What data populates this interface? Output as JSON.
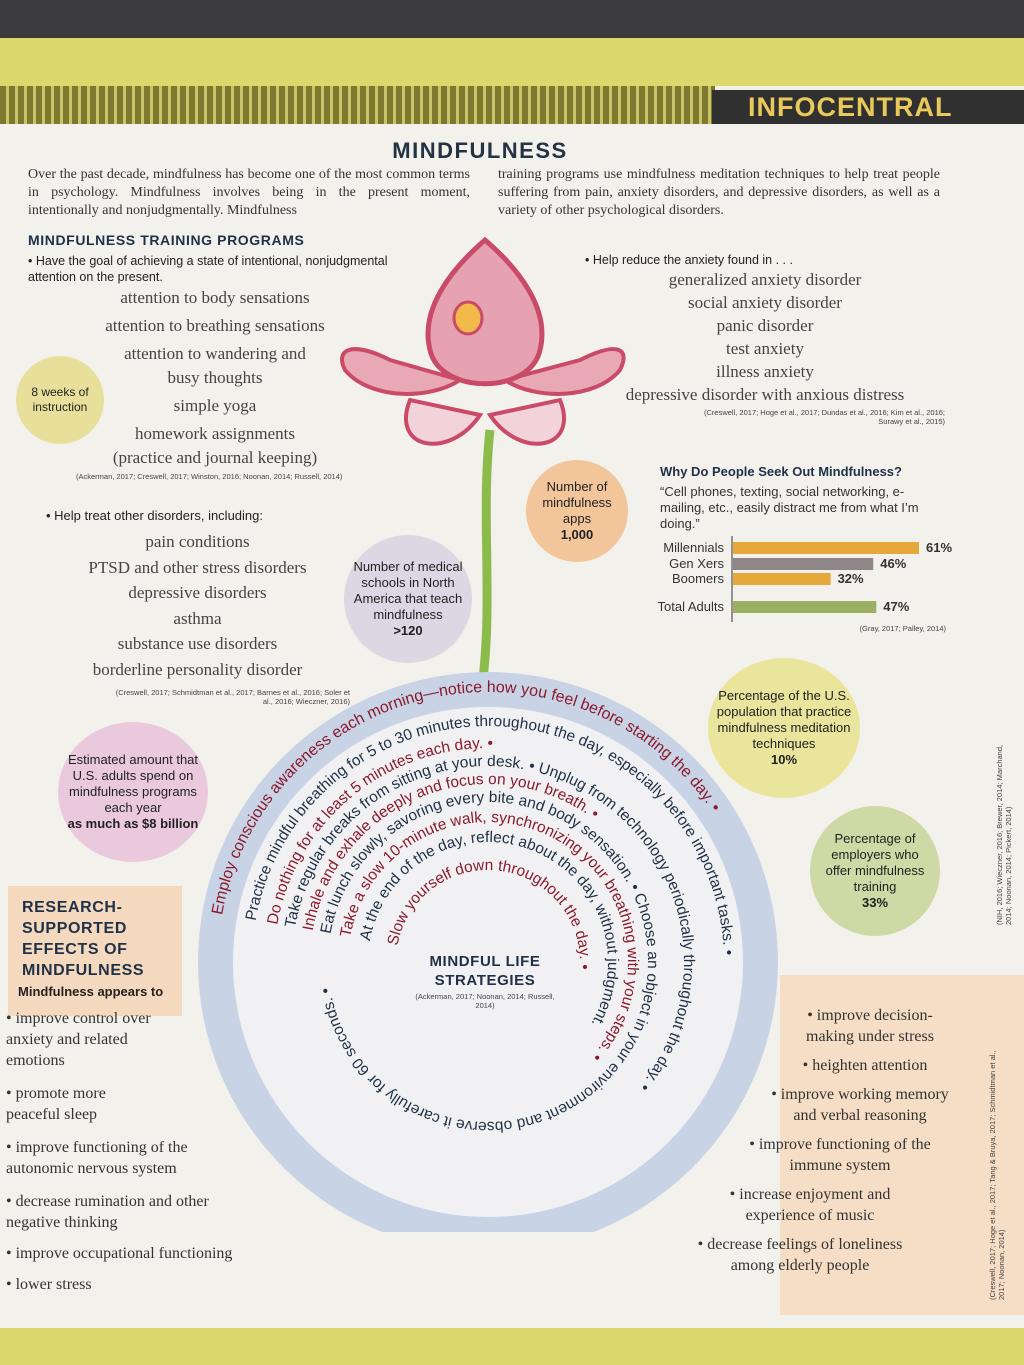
{
  "header": {
    "brand": "INFOCENTRAL",
    "title": "MINDFULNESS"
  },
  "intro": {
    "left": "Over the past decade, mindfulness has become one of the most common terms in psychology. Mindfulness involves being in the present moment, intentionally and nonjudgmentally. Mindfulness",
    "right": "training programs use mindfulness meditation techniques to help treat people suffering from pain, anxiety disorders, and depressive disorders, as well as a variety of other psychological disorders."
  },
  "training": {
    "heading": "MINDFULNESS TRAINING PROGRAMS",
    "bullet": "• Have the goal of achieving a state of intentional, nonjudgmental attention on the present.",
    "items": [
      "attention to body sensations",
      "attention to breathing sensations",
      "attention to wandering and",
      "busy thoughts",
      "simple yoga",
      "homework assignments",
      "(practice and journal keeping)"
    ],
    "citation": "(Ackerman, 2017; Creswell, 2017; Winston, 2016; Noonan, 2014; Russell, 2014)",
    "weeks_circle": "8 weeks of instruction"
  },
  "disorders": {
    "bullet": "• Help treat other disorders, including:",
    "items": [
      "pain conditions",
      "PTSD and other stress disorders",
      "depressive disorders",
      "asthma",
      "substance use disorders",
      "borderline personality disorder"
    ],
    "citation": "(Creswell, 2017; Schmidtman et al., 2017; Barnes et al., 2016; Soler et al., 2016; Wieczner, 2016)"
  },
  "anxiety": {
    "bullet": "• Help reduce the anxiety found in . . .",
    "items": [
      "generalized anxiety disorder",
      "social anxiety disorder",
      "panic disorder",
      "test anxiety",
      "illness anxiety",
      "depressive disorder with anxious distress"
    ],
    "citation": "(Creswell, 2017; Hoge et al., 2017; Dundas et al., 2016; Kim et al., 2016; Surawy et al., 2015)"
  },
  "stats": {
    "apps": {
      "label": "Number of mindfulness apps",
      "value": "1,000"
    },
    "schools": {
      "label": "Number of medical schools in North America that teach mindfulness",
      "value": ">120"
    },
    "spend": {
      "label": "Estimated amount that U.S. adults spend on mindfulness programs each year",
      "value": "as much as $8 billion"
    },
    "population": {
      "label": "Percentage of the U.S. population that practice mindfulness meditation techniques",
      "value": "10%"
    },
    "employers": {
      "label": "Percentage of employers who offer mindfulness training",
      "value": "33%"
    },
    "side_citation": "(NIH, 2016; Wieczner, 2016; Brewer, 2014; Marchand, 2014; Noonan, 2014; Pickert, 2014)"
  },
  "why": {
    "title": "Why Do People Seek Out Mindfulness?",
    "quote": "“Cell phones, texting, social networking, e-mailing, etc., easily distract me from what I’m doing.”",
    "citation": "(Gray, 2017; Palley, 2014)"
  },
  "chart_data": {
    "type": "bar",
    "orientation": "horizontal",
    "categories": [
      "Millennials",
      "Gen Xers",
      "Boomers",
      "Total Adults"
    ],
    "values": [
      61,
      46,
      32,
      47
    ],
    "value_labels": [
      "61%",
      "46%",
      "32%",
      "47%"
    ],
    "colors": [
      "#e6a83a",
      "#8f8787",
      "#e6a83a",
      "#9bb062"
    ],
    "xlim": [
      0,
      100
    ]
  },
  "spiral": {
    "title": "MINDFUL LIFE STRATEGIES",
    "citation": "(Ackerman, 2017; Noonan, 2014; Russell, 2014)",
    "rings": [
      "Employ conscious awareness each morning—notice how you feel before starting the day. •",
      "Practice mindful breathing for 5 to 30 minutes throughout the day, especially before important tasks. •",
      "Do nothing for at least 5 minutes each day. •",
      "Take regular breaks from sitting at your desk. • Unplug from technology periodically throughout the day. •",
      "Inhale and exhale deeply and focus on your breath. •",
      "Eat lunch slowly, savoring every bite and body sensation. • Choose an object in your environment and observe it carefully for 60 seconds. •",
      "Take a slow 10-minute walk, synchronizing your breathing with your steps. •",
      "At the end of the day, reflect about the day, without judgment.",
      "Slow yourself down throughout the day. •"
    ]
  },
  "effects": {
    "heading": "RESEARCH-SUPPORTED EFFECTS OF MINDFULNESS",
    "sub": "Mindfulness appears to",
    "left": [
      "• improve control over anxiety and related emotions",
      "• promote more peaceful sleep",
      "• improve functioning of the autonomic nervous system",
      "• decrease rumination and other negative thinking",
      "• improve occupational functioning",
      "• lower stress"
    ],
    "right": [
      "• improve decision-making under stress",
      "• heighten attention",
      "• improve working memory and verbal reasoning",
      "• improve functioning of the immune system",
      "• increase enjoyment and experience of music",
      "• decrease feelings of loneliness among elderly people"
    ],
    "citation": "(Creswell, 2017; Hoge et al., 2017; Tang & Bruya, 2017; Schmidtman et al., 2017; Noonan, 2014)"
  }
}
